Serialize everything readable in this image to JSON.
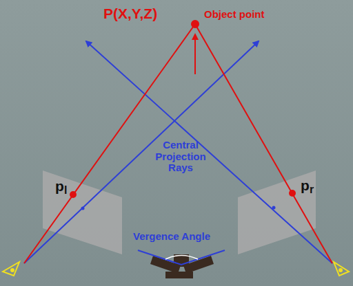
{
  "diagram": {
    "labels": [
      "P(X,Y,Z)",
      "Object point",
      "Central Projection Rays",
      "p",
      "l",
      "p",
      "r",
      "Vergence Angle"
    ]
  }
}
